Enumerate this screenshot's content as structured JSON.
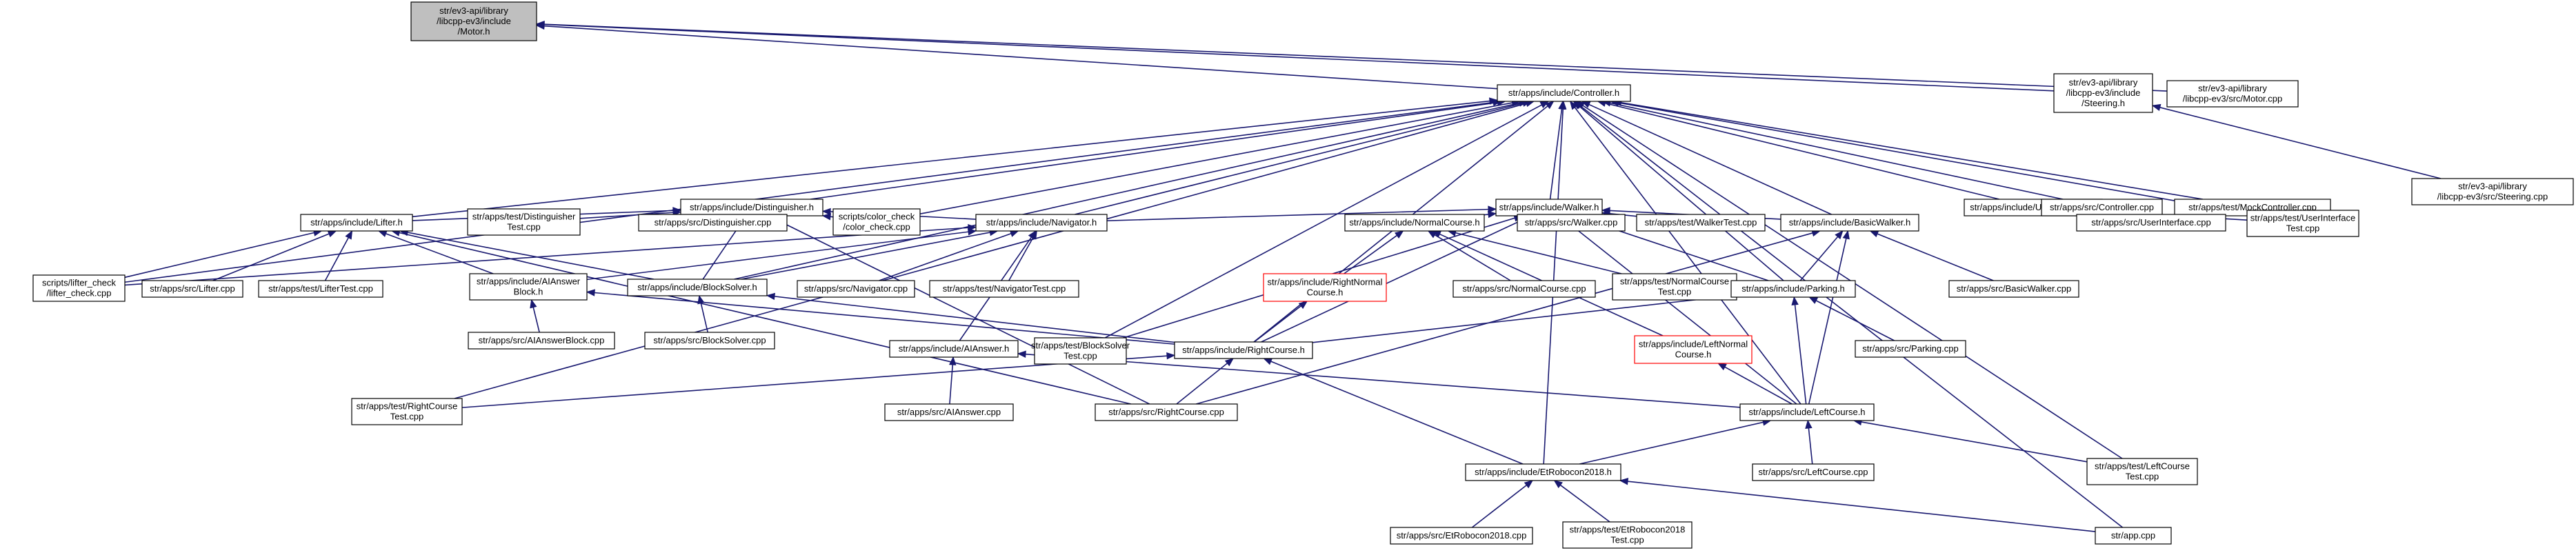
{
  "graph": {
    "nodes": [
      {
        "id": "motor_h",
        "lines": [
          "str/ev3-api/library",
          "/libcpp-ev3/include",
          "/Motor.h"
        ],
        "style": "root"
      },
      {
        "id": "steering_h",
        "lines": [
          "str/ev3-api/library",
          "/libcpp-ev3/include",
          "/Steering.h"
        ],
        "style": "normal"
      },
      {
        "id": "motor_cpp",
        "lines": [
          "str/ev3-api/library",
          "/libcpp-ev3/src/Motor.cpp"
        ],
        "style": "normal"
      },
      {
        "id": "steering_cpp",
        "lines": [
          "str/ev3-api/library",
          "/libcpp-ev3/src/Steering.cpp"
        ],
        "style": "normal"
      },
      {
        "id": "controller_h",
        "lines": [
          "str/apps/include/Controller.h"
        ],
        "style": "normal"
      },
      {
        "id": "distinguisher_h",
        "lines": [
          "str/apps/include/Distinguisher.h"
        ],
        "style": "normal"
      },
      {
        "id": "walker_h",
        "lines": [
          "str/apps/include/Walker.h"
        ],
        "style": "normal"
      },
      {
        "id": "userinterface_h",
        "lines": [
          "str/apps/include/UserInterface.h"
        ],
        "style": "normal"
      },
      {
        "id": "controller_cpp",
        "lines": [
          "str/apps/src/Controller.cpp"
        ],
        "style": "normal"
      },
      {
        "id": "mockcontroller_cpp",
        "lines": [
          "str/apps/test/MockController.cpp"
        ],
        "style": "normal"
      },
      {
        "id": "lifter_h",
        "lines": [
          "str/apps/include/Lifter.h"
        ],
        "style": "normal"
      },
      {
        "id": "distinguishertest_cpp",
        "lines": [
          "str/apps/test/Distinguisher",
          "Test.cpp"
        ],
        "style": "normal"
      },
      {
        "id": "distinguisher_cpp",
        "lines": [
          "str/apps/src/Distinguisher.cpp"
        ],
        "style": "normal"
      },
      {
        "id": "color_check",
        "lines": [
          "scripts/color_check",
          "/color_check.cpp"
        ],
        "style": "normal"
      },
      {
        "id": "navigator_h",
        "lines": [
          "str/apps/include/Navigator.h"
        ],
        "style": "normal"
      },
      {
        "id": "normalcourse_h",
        "lines": [
          "str/apps/include/NormalCourse.h"
        ],
        "style": "normal"
      },
      {
        "id": "walker_cpp",
        "lines": [
          "str/apps/src/Walker.cpp"
        ],
        "style": "normal"
      },
      {
        "id": "walkertest_cpp",
        "lines": [
          "str/apps/test/WalkerTest.cpp"
        ],
        "style": "normal"
      },
      {
        "id": "basicwalker_h",
        "lines": [
          "str/apps/include/BasicWalker.h"
        ],
        "style": "normal"
      },
      {
        "id": "userinterface_cpp",
        "lines": [
          "str/apps/src/UserInterface.cpp"
        ],
        "style": "normal"
      },
      {
        "id": "userinterfacetest_cpp",
        "lines": [
          "str/apps/test/UserInterface",
          "Test.cpp"
        ],
        "style": "normal"
      },
      {
        "id": "lifter_check",
        "lines": [
          "scripts/lifter_check",
          "/lifter_check.cpp"
        ],
        "style": "normal"
      },
      {
        "id": "lifter_cpp",
        "lines": [
          "str/apps/src/Lifter.cpp"
        ],
        "style": "normal"
      },
      {
        "id": "liftertest_cpp",
        "lines": [
          "str/apps/test/LifterTest.cpp"
        ],
        "style": "normal"
      },
      {
        "id": "aianswerblock_h",
        "lines": [
          "str/apps/include/AIAnswer",
          "Block.h"
        ],
        "style": "normal"
      },
      {
        "id": "blocksolver_h",
        "lines": [
          "str/apps/include/BlockSolver.h"
        ],
        "style": "normal"
      },
      {
        "id": "navigator_cpp",
        "lines": [
          "str/apps/src/Navigator.cpp"
        ],
        "style": "normal"
      },
      {
        "id": "navigatortest_cpp",
        "lines": [
          "str/apps/test/NavigatorTest.cpp"
        ],
        "style": "normal"
      },
      {
        "id": "rightnormalcourse_h",
        "lines": [
          "str/apps/include/RightNormal",
          "Course.h"
        ],
        "style": "red"
      },
      {
        "id": "normalcourse_cpp",
        "lines": [
          "str/apps/src/NormalCourse.cpp"
        ],
        "style": "normal"
      },
      {
        "id": "normalcoursetest_cpp",
        "lines": [
          "str/apps/test/NormalCourse",
          "Test.cpp"
        ],
        "style": "normal"
      },
      {
        "id": "parking_h",
        "lines": [
          "str/apps/include/Parking.h"
        ],
        "style": "normal"
      },
      {
        "id": "basicwalker_cpp",
        "lines": [
          "str/apps/src/BasicWalker.cpp"
        ],
        "style": "normal"
      },
      {
        "id": "aianswerblock_cpp",
        "lines": [
          "str/apps/src/AIAnswerBlock.cpp"
        ],
        "style": "normal"
      },
      {
        "id": "blocksolver_cpp",
        "lines": [
          "str/apps/src/BlockSolver.cpp"
        ],
        "style": "normal"
      },
      {
        "id": "aianswer_h",
        "lines": [
          "str/apps/include/AIAnswer.h"
        ],
        "style": "normal"
      },
      {
        "id": "blocksolvertest_cpp",
        "lines": [
          "str/apps/test/BlockSolver",
          "Test.cpp"
        ],
        "style": "normal"
      },
      {
        "id": "rightcourse_h",
        "lines": [
          "str/apps/include/RightCourse.h"
        ],
        "style": "normal"
      },
      {
        "id": "parking_cpp",
        "lines": [
          "str/apps/src/Parking.cpp"
        ],
        "style": "normal"
      },
      {
        "id": "leftnormalcourse_h",
        "lines": [
          "str/apps/include/LeftNormal",
          "Course.h"
        ],
        "style": "red"
      },
      {
        "id": "rightcoursetest_cpp",
        "lines": [
          "str/apps/test/RightCourse",
          "Test.cpp"
        ],
        "style": "normal"
      },
      {
        "id": "aianswer_cpp",
        "lines": [
          "str/apps/src/AIAnswer.cpp"
        ],
        "style": "normal"
      },
      {
        "id": "rightcourse_cpp",
        "lines": [
          "str/apps/src/RightCourse.cpp"
        ],
        "style": "normal"
      },
      {
        "id": "leftcourse_h",
        "lines": [
          "str/apps/include/LeftCourse.h"
        ],
        "style": "normal"
      },
      {
        "id": "etrobocon2018_h",
        "lines": [
          "str/apps/include/EtRobocon2018.h"
        ],
        "style": "normal"
      },
      {
        "id": "leftcourse_cpp",
        "lines": [
          "str/apps/src/LeftCourse.cpp"
        ],
        "style": "normal"
      },
      {
        "id": "leftcoursetest_cpp",
        "lines": [
          "str/apps/test/LeftCourse",
          "Test.cpp"
        ],
        "style": "normal"
      },
      {
        "id": "etrobocon2018_cpp",
        "lines": [
          "str/apps/src/EtRobocon2018.cpp"
        ],
        "style": "normal"
      },
      {
        "id": "etrobocon2018test_cpp",
        "lines": [
          "str/apps/test/EtRobocon2018",
          "Test.cpp"
        ],
        "style": "normal"
      },
      {
        "id": "app_cpp",
        "lines": [
          "str/app.cpp"
        ],
        "style": "normal"
      }
    ],
    "edges": [
      [
        "motor_h",
        "steering_h"
      ],
      [
        "motor_h",
        "motor_cpp"
      ],
      [
        "motor_h",
        "controller_h"
      ],
      [
        "steering_h",
        "steering_cpp"
      ],
      [
        "controller_h",
        "distinguisher_h"
      ],
      [
        "controller_h",
        "walker_h"
      ],
      [
        "controller_h",
        "userinterface_h"
      ],
      [
        "controller_h",
        "controller_cpp"
      ],
      [
        "controller_h",
        "mockcontroller_cpp"
      ],
      [
        "controller_h",
        "lifter_h"
      ],
      [
        "controller_h",
        "color_check"
      ],
      [
        "controller_h",
        "navigator_h"
      ],
      [
        "controller_h",
        "basicwalker_h"
      ],
      [
        "controller_h",
        "lifter_check"
      ],
      [
        "controller_h",
        "blocksolver_h"
      ],
      [
        "controller_h",
        "blocksolvertest_cpp"
      ],
      [
        "controller_h",
        "rightcourse_h"
      ],
      [
        "controller_h",
        "rightcoursetest_cpp"
      ],
      [
        "controller_h",
        "leftcourse_h"
      ],
      [
        "controller_h",
        "etrobocon2018_h"
      ],
      [
        "controller_h",
        "leftcoursetest_cpp"
      ],
      [
        "controller_h",
        "app_cpp"
      ],
      [
        "controller_h",
        "userinterfacetest_cpp"
      ],
      [
        "controller_h",
        "parking_h"
      ],
      [
        "distinguisher_h",
        "distinguishertest_cpp"
      ],
      [
        "distinguisher_h",
        "distinguisher_cpp"
      ],
      [
        "distinguisher_h",
        "color_check"
      ],
      [
        "distinguisher_h",
        "navigator_h"
      ],
      [
        "distinguisher_h",
        "lifter_h"
      ],
      [
        "distinguisher_h",
        "blocksolver_h"
      ],
      [
        "distinguisher_h",
        "rightcourse_cpp"
      ],
      [
        "walker_h",
        "walker_cpp"
      ],
      [
        "walker_h",
        "walkertest_cpp"
      ],
      [
        "walker_h",
        "normalcourse_h"
      ],
      [
        "walker_h",
        "basicwalker_h"
      ],
      [
        "walker_h",
        "navigator_h"
      ],
      [
        "walker_h",
        "parking_h"
      ],
      [
        "walker_h",
        "blocksolvertest_cpp"
      ],
      [
        "walker_h",
        "rightcourse_h"
      ],
      [
        "walker_h",
        "leftcourse_h"
      ],
      [
        "userinterface_h",
        "userinterface_cpp"
      ],
      [
        "userinterface_h",
        "userinterfacetest_cpp"
      ],
      [
        "lifter_h",
        "lifter_check"
      ],
      [
        "lifter_h",
        "lifter_cpp"
      ],
      [
        "lifter_h",
        "liftertest_cpp"
      ],
      [
        "lifter_h",
        "aianswerblock_h"
      ],
      [
        "lifter_h",
        "blocksolver_h"
      ],
      [
        "lifter_h",
        "rightcourse_cpp"
      ],
      [
        "navigator_h",
        "navigator_cpp"
      ],
      [
        "navigator_h",
        "navigatortest_cpp"
      ],
      [
        "navigator_h",
        "blocksolver_h"
      ],
      [
        "navigator_h",
        "aianswerblock_h"
      ],
      [
        "navigator_h",
        "aianswer_h"
      ],
      [
        "navigator_h",
        "lifter_check"
      ],
      [
        "normalcourse_h",
        "rightnormalcourse_h"
      ],
      [
        "normalcourse_h",
        "normalcourse_cpp"
      ],
      [
        "normalcourse_h",
        "normalcoursetest_cpp"
      ],
      [
        "normalcourse_h",
        "leftnormalcourse_h"
      ],
      [
        "basicwalker_h",
        "basicwalker_cpp"
      ],
      [
        "basicwalker_h",
        "parking_h"
      ],
      [
        "basicwalker_h",
        "leftcourse_h"
      ],
      [
        "basicwalker_h",
        "rightcourse_cpp"
      ],
      [
        "aianswerblock_h",
        "aianswerblock_cpp"
      ],
      [
        "aianswerblock_h",
        "rightcourse_h"
      ],
      [
        "blocksolver_h",
        "blocksolver_cpp"
      ],
      [
        "blocksolver_h",
        "rightcourse_h"
      ],
      [
        "rightnormalcourse_h",
        "rightcourse_h"
      ],
      [
        "parking_h",
        "parking_cpp"
      ],
      [
        "parking_h",
        "rightcourse_h"
      ],
      [
        "parking_h",
        "leftcourse_h"
      ],
      [
        "aianswer_h",
        "aianswer_cpp"
      ],
      [
        "aianswer_h",
        "leftcourse_h"
      ],
      [
        "rightcourse_h",
        "rightcoursetest_cpp"
      ],
      [
        "rightcourse_h",
        "rightcourse_cpp"
      ],
      [
        "rightcourse_h",
        "etrobocon2018_h"
      ],
      [
        "leftnormalcourse_h",
        "leftcourse_h"
      ],
      [
        "leftcourse_h",
        "etrobocon2018_h"
      ],
      [
        "leftcourse_h",
        "leftcourse_cpp"
      ],
      [
        "leftcourse_h",
        "leftcoursetest_cpp"
      ],
      [
        "etrobocon2018_h",
        "etrobocon2018_cpp"
      ],
      [
        "etrobocon2018_h",
        "etrobocon2018test_cpp"
      ],
      [
        "etrobocon2018_h",
        "app_cpp"
      ]
    ],
    "colors": {
      "edge": "#191970",
      "node_border": "#000000",
      "node_fill": "#ffffff",
      "root_fill": "#bfbfbf",
      "red_border": "#ff0000"
    }
  }
}
